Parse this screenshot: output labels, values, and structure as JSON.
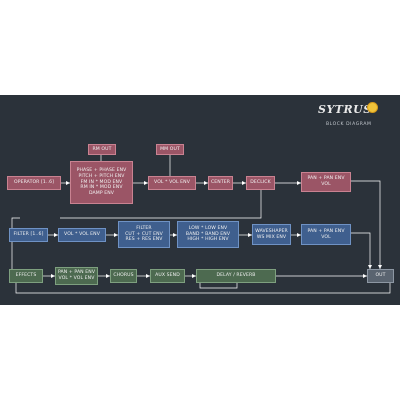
{
  "logo": {
    "brand": "SYTRUS",
    "subtitle": "BLOCK DIAGRAM"
  },
  "colors": {
    "background": "#2b323a",
    "red": "#9b5566",
    "blue": "#3f5f8e",
    "green": "#4d6a50",
    "out": "#5a6470",
    "wire": "#ffffff"
  },
  "blocks": {
    "rm_out": "RM OUT",
    "mm_out": "MM OUT",
    "operator": "OPERATOR [1..6]",
    "env_stack": [
      "PHASE + PHASE ENV",
      "PITCH + PITCH ENV",
      "FM IN * MOD ENV",
      "RM IN * MOD ENV",
      "DAMP ENV"
    ],
    "vol_env_top": "VOL * VOL ENV",
    "center": "CENTER",
    "declick": "DECLICK",
    "pan_top": [
      "PAN + PAN ENV",
      "VOL"
    ],
    "filter_range": "FILTER [1..6]",
    "vol_env_mid": "VOL * VOL ENV",
    "filter_stack": [
      "FILTER",
      "CUT + CUT ENV",
      "RES + RES ENV"
    ],
    "band_stack": [
      "LOW * LOW ENV",
      "BAND * BAND ENV",
      "HIGH * HIGH ENV"
    ],
    "waveshaper": [
      "WAVESHAPER",
      "WS MIX ENV"
    ],
    "pan_mid": [
      "PAN + PAN ENV",
      "VOL"
    ],
    "effects": "EFFECTS",
    "pan_vol_env": [
      "PAN + PAN ENV",
      "VOL * VOL ENV"
    ],
    "chorus": "CHORUS",
    "aux_send": "AUX SEND",
    "delay_reverb": "DELAY / REVERB",
    "out": "OUT"
  }
}
